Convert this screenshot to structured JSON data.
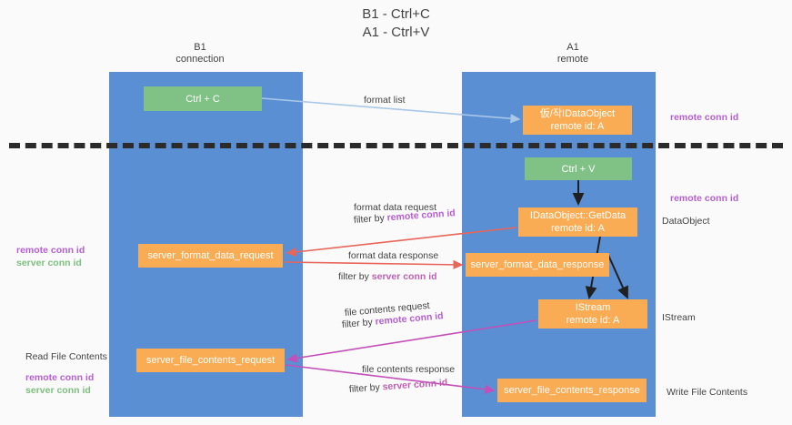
{
  "title": "B1 - Ctrl+C\nA1 - Ctrl+V",
  "columns": {
    "left": "B1\nconnection",
    "right": "A1\nremote"
  },
  "colors": {
    "lane": "#5b8fd4",
    "green_node": "#80c186",
    "orange_node": "#f9ac53",
    "remote_conn_id": "#b65fd1",
    "server_conn_id": "#7dbf7f",
    "server_conn_id_label": "#c25fb5",
    "format_list_edge": "#a9c8e8",
    "format_data_edge": "#e8655a",
    "file_contents_edge": "#c44fb8",
    "ctrlv_edge": "#202020",
    "getdata_edge": "#202020",
    "separator": "#2b2b2b",
    "text": "#434343",
    "background": "#fafafa"
  },
  "nodes": {
    "ctrl_c": "Ctrl + C",
    "idataobject": "仮/작IDataObject\nremote id: A",
    "ctrl_v": "Ctrl + V",
    "getdata": "IDataObject::GetData\nremote id: A",
    "server_format_data_request": "server_format_data_request",
    "server_format_data_response": "server_format_data_response",
    "istream": "IStream\nremote id: A",
    "server_file_contents_request": "server_file_contents_request",
    "server_file_contents_response": "server_file_contents_response"
  },
  "edge_labels": {
    "format_list": "format list",
    "format_data_request": "format data request",
    "format_data_request_filter_prefix": "filter by ",
    "format_data_request_filter_key": "remote conn id",
    "format_data_response": "format data response",
    "format_data_response_filter_prefix": "filter by ",
    "format_data_response_filter_key": "server conn id",
    "file_contents_request": "file contents request",
    "file_contents_request_filter_prefix": "filter by ",
    "file_contents_request_filter_key": "remote conn id",
    "file_contents_response": "file contents response",
    "file_contents_response_filter_prefix": "filter by ",
    "file_contents_response_filter_key": "server conn id"
  },
  "annotations": {
    "right_remote_conn_id_top": "remote conn id",
    "right_remote_conn_id_mid": "remote conn id",
    "right_dataobject": "DataObject",
    "right_istream": "IStream",
    "right_write_file_contents": "Write File Contents",
    "left_remote_conn_id": "remote conn id",
    "left_server_conn_id": "server conn id",
    "left_read_file_contents": "Read File Contents",
    "left_remote_conn_id_2": "remote conn id",
    "left_server_conn_id_2": "server conn id"
  }
}
